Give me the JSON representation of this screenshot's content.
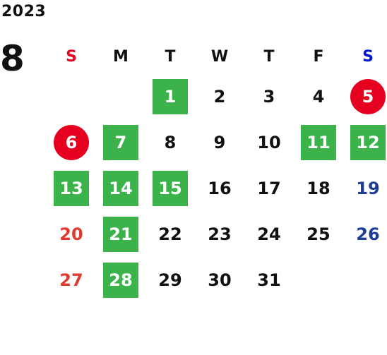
{
  "calendar": {
    "year": "2023",
    "month": "8",
    "weekdays": [
      "S",
      "M",
      "T",
      "W",
      "T",
      "F",
      "S"
    ],
    "weeks": [
      [
        "",
        "",
        "1",
        "2",
        "3",
        "4",
        "5"
      ],
      [
        "6",
        "7",
        "8",
        "9",
        "10",
        "11",
        "12"
      ],
      [
        "13",
        "14",
        "15",
        "16",
        "17",
        "18",
        "19"
      ],
      [
        "20",
        "21",
        "22",
        "23",
        "24",
        "25",
        "26"
      ],
      [
        "27",
        "28",
        "29",
        "30",
        "31",
        "",
        ""
      ]
    ],
    "green_days": [
      "1",
      "7",
      "11",
      "12",
      "13",
      "14",
      "15",
      "21",
      "28"
    ],
    "red_circle_days": [
      "5",
      "6"
    ]
  },
  "colors": {
    "green": "#3bb34a",
    "red": "#e60020",
    "sunday": "#e03a2e",
    "saturday": "#1f3c94"
  }
}
